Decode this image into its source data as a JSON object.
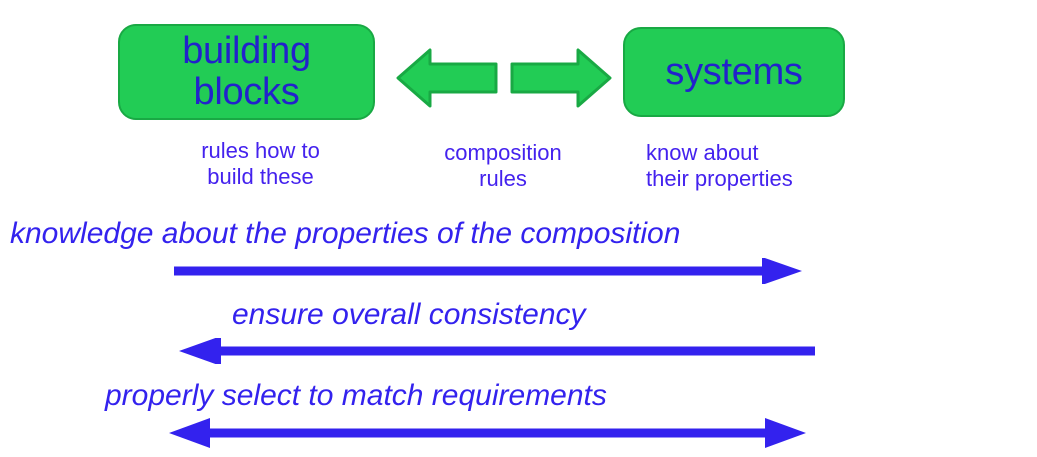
{
  "diagram": {
    "title": "building blocks and systems composition diagram",
    "colors": {
      "node_fill": "#22cc55",
      "node_border": "#19a944",
      "node_text": "#2222cc",
      "caption_text": "#4422ee",
      "relation_text": "#3322ee",
      "relation_arrow": "#3322ee",
      "background": "#ffffff"
    },
    "nodes": [
      {
        "id": "building-blocks",
        "label": "building\nblocks",
        "caption": "rules how to\nbuild these"
      },
      {
        "id": "systems",
        "label": "systems",
        "caption": "know about\ntheir properties"
      }
    ],
    "middle": {
      "arrows_icon": "double-horizontal-arrow-icon",
      "caption": "composition\nrules"
    },
    "relations": [
      {
        "id": "relation-1",
        "label": "knowledge about the properties of the composition",
        "direction": "right",
        "arrow_icon": "arrow-right-icon"
      },
      {
        "id": "relation-2",
        "label": "ensure overall consistency",
        "direction": "left",
        "arrow_icon": "arrow-left-icon"
      },
      {
        "id": "relation-3",
        "label": "properly select to match requirements",
        "direction": "both",
        "arrow_icon": "arrow-left-right-icon"
      }
    ]
  }
}
